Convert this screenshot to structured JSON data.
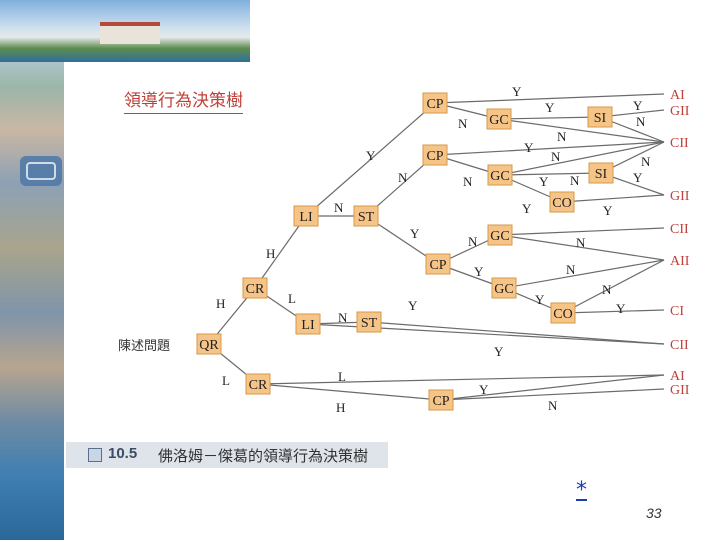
{
  "title": "領導行為決策樹",
  "caption": {
    "number": "10.5",
    "text": "佛洛姆－傑葛的領導行為決策樹"
  },
  "asterisk": "*",
  "page_number": "33",
  "colors": {
    "node_fill": "#f6c486",
    "node_border": "#d49a4a",
    "outcome": "#c0413a",
    "title": "#c0413a",
    "line": "#6b6b6b"
  },
  "nodes": [
    {
      "id": "qr",
      "label": "QR"
    },
    {
      "id": "cr1",
      "label": "CR"
    },
    {
      "id": "cr2",
      "label": "CR"
    },
    {
      "id": "li1",
      "label": "LI"
    },
    {
      "id": "li2",
      "label": "LI"
    },
    {
      "id": "st1",
      "label": "ST"
    },
    {
      "id": "st2",
      "label": "ST"
    },
    {
      "id": "cp1",
      "label": "CP"
    },
    {
      "id": "cp2",
      "label": "CP"
    },
    {
      "id": "cp3",
      "label": "CP"
    },
    {
      "id": "cp4",
      "label": "CP"
    },
    {
      "id": "gc1",
      "label": "GC"
    },
    {
      "id": "gc2",
      "label": "GC"
    },
    {
      "id": "gc3",
      "label": "GC"
    },
    {
      "id": "gc4",
      "label": "GC"
    },
    {
      "id": "si1",
      "label": "SI"
    },
    {
      "id": "si2",
      "label": "SI"
    },
    {
      "id": "co1",
      "label": "CO"
    },
    {
      "id": "co2",
      "label": "CO"
    }
  ],
  "start_label": "陳述問題",
  "outcomes": [
    "AI",
    "GII",
    "CII",
    "GII",
    "CII",
    "AII",
    "CI",
    "CII",
    "AI",
    "GII"
  ],
  "edge_labels": {
    "qr_cr1": "H",
    "qr_cr2": "L",
    "cr1_li1": "H",
    "cr1_li2": "L",
    "li1_cp1": "Y",
    "li1_st1": "N",
    "li2_st2": "N",
    "st1_cp2": "N",
    "st1_cp3": "Y",
    "cp1_top": "Y",
    "cp1_gc1": "N",
    "gc1_si1": "Y",
    "gc1_n": "N",
    "si1_y": "Y",
    "si1_n": "N",
    "cp2_y": "Y",
    "cp2_gc2": "N",
    "gc2_n": "N",
    "gc2_si2": "Y",
    "gc2_n2": "N",
    "si2_n": "N",
    "si2_y": "Y",
    "cp3_gc3": "N",
    "cp3_gc4": "Y",
    "gc3_y": "Y",
    "gc3_n": "N",
    "co1_y": "Y",
    "gc4_n": "N",
    "gc4_co2": "Y",
    "co2_n": "N",
    "co2_y": "Y",
    "st2_y": "Y",
    "li2_y": "Y",
    "cr2_l": "L",
    "cr2_h": "H",
    "cp4_y": "Y",
    "cp4_n": "N"
  }
}
